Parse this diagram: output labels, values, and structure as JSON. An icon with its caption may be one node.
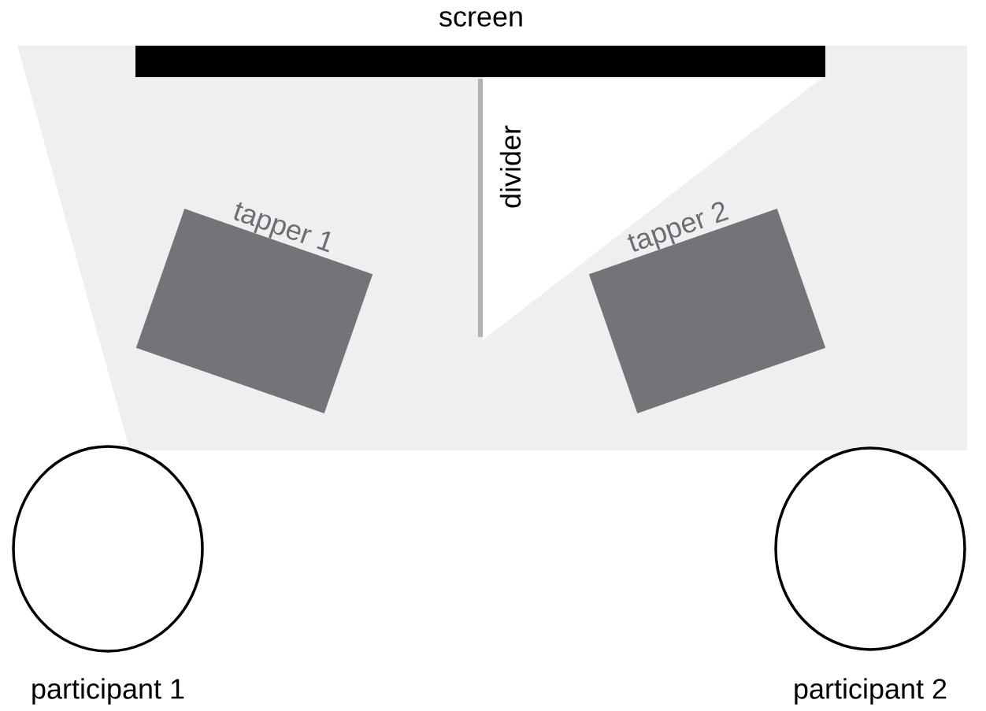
{
  "diagram": {
    "nodes": [
      {
        "text": [
          "screen"
        ]
      },
      {
        "text": [
          "divider"
        ]
      },
      {
        "text": [
          "tapper 1"
        ]
      },
      {
        "text": [
          "tapper 2"
        ]
      },
      {
        "text": [
          "participant 1"
        ]
      },
      {
        "text": [
          "participant 2"
        ]
      }
    ]
  }
}
